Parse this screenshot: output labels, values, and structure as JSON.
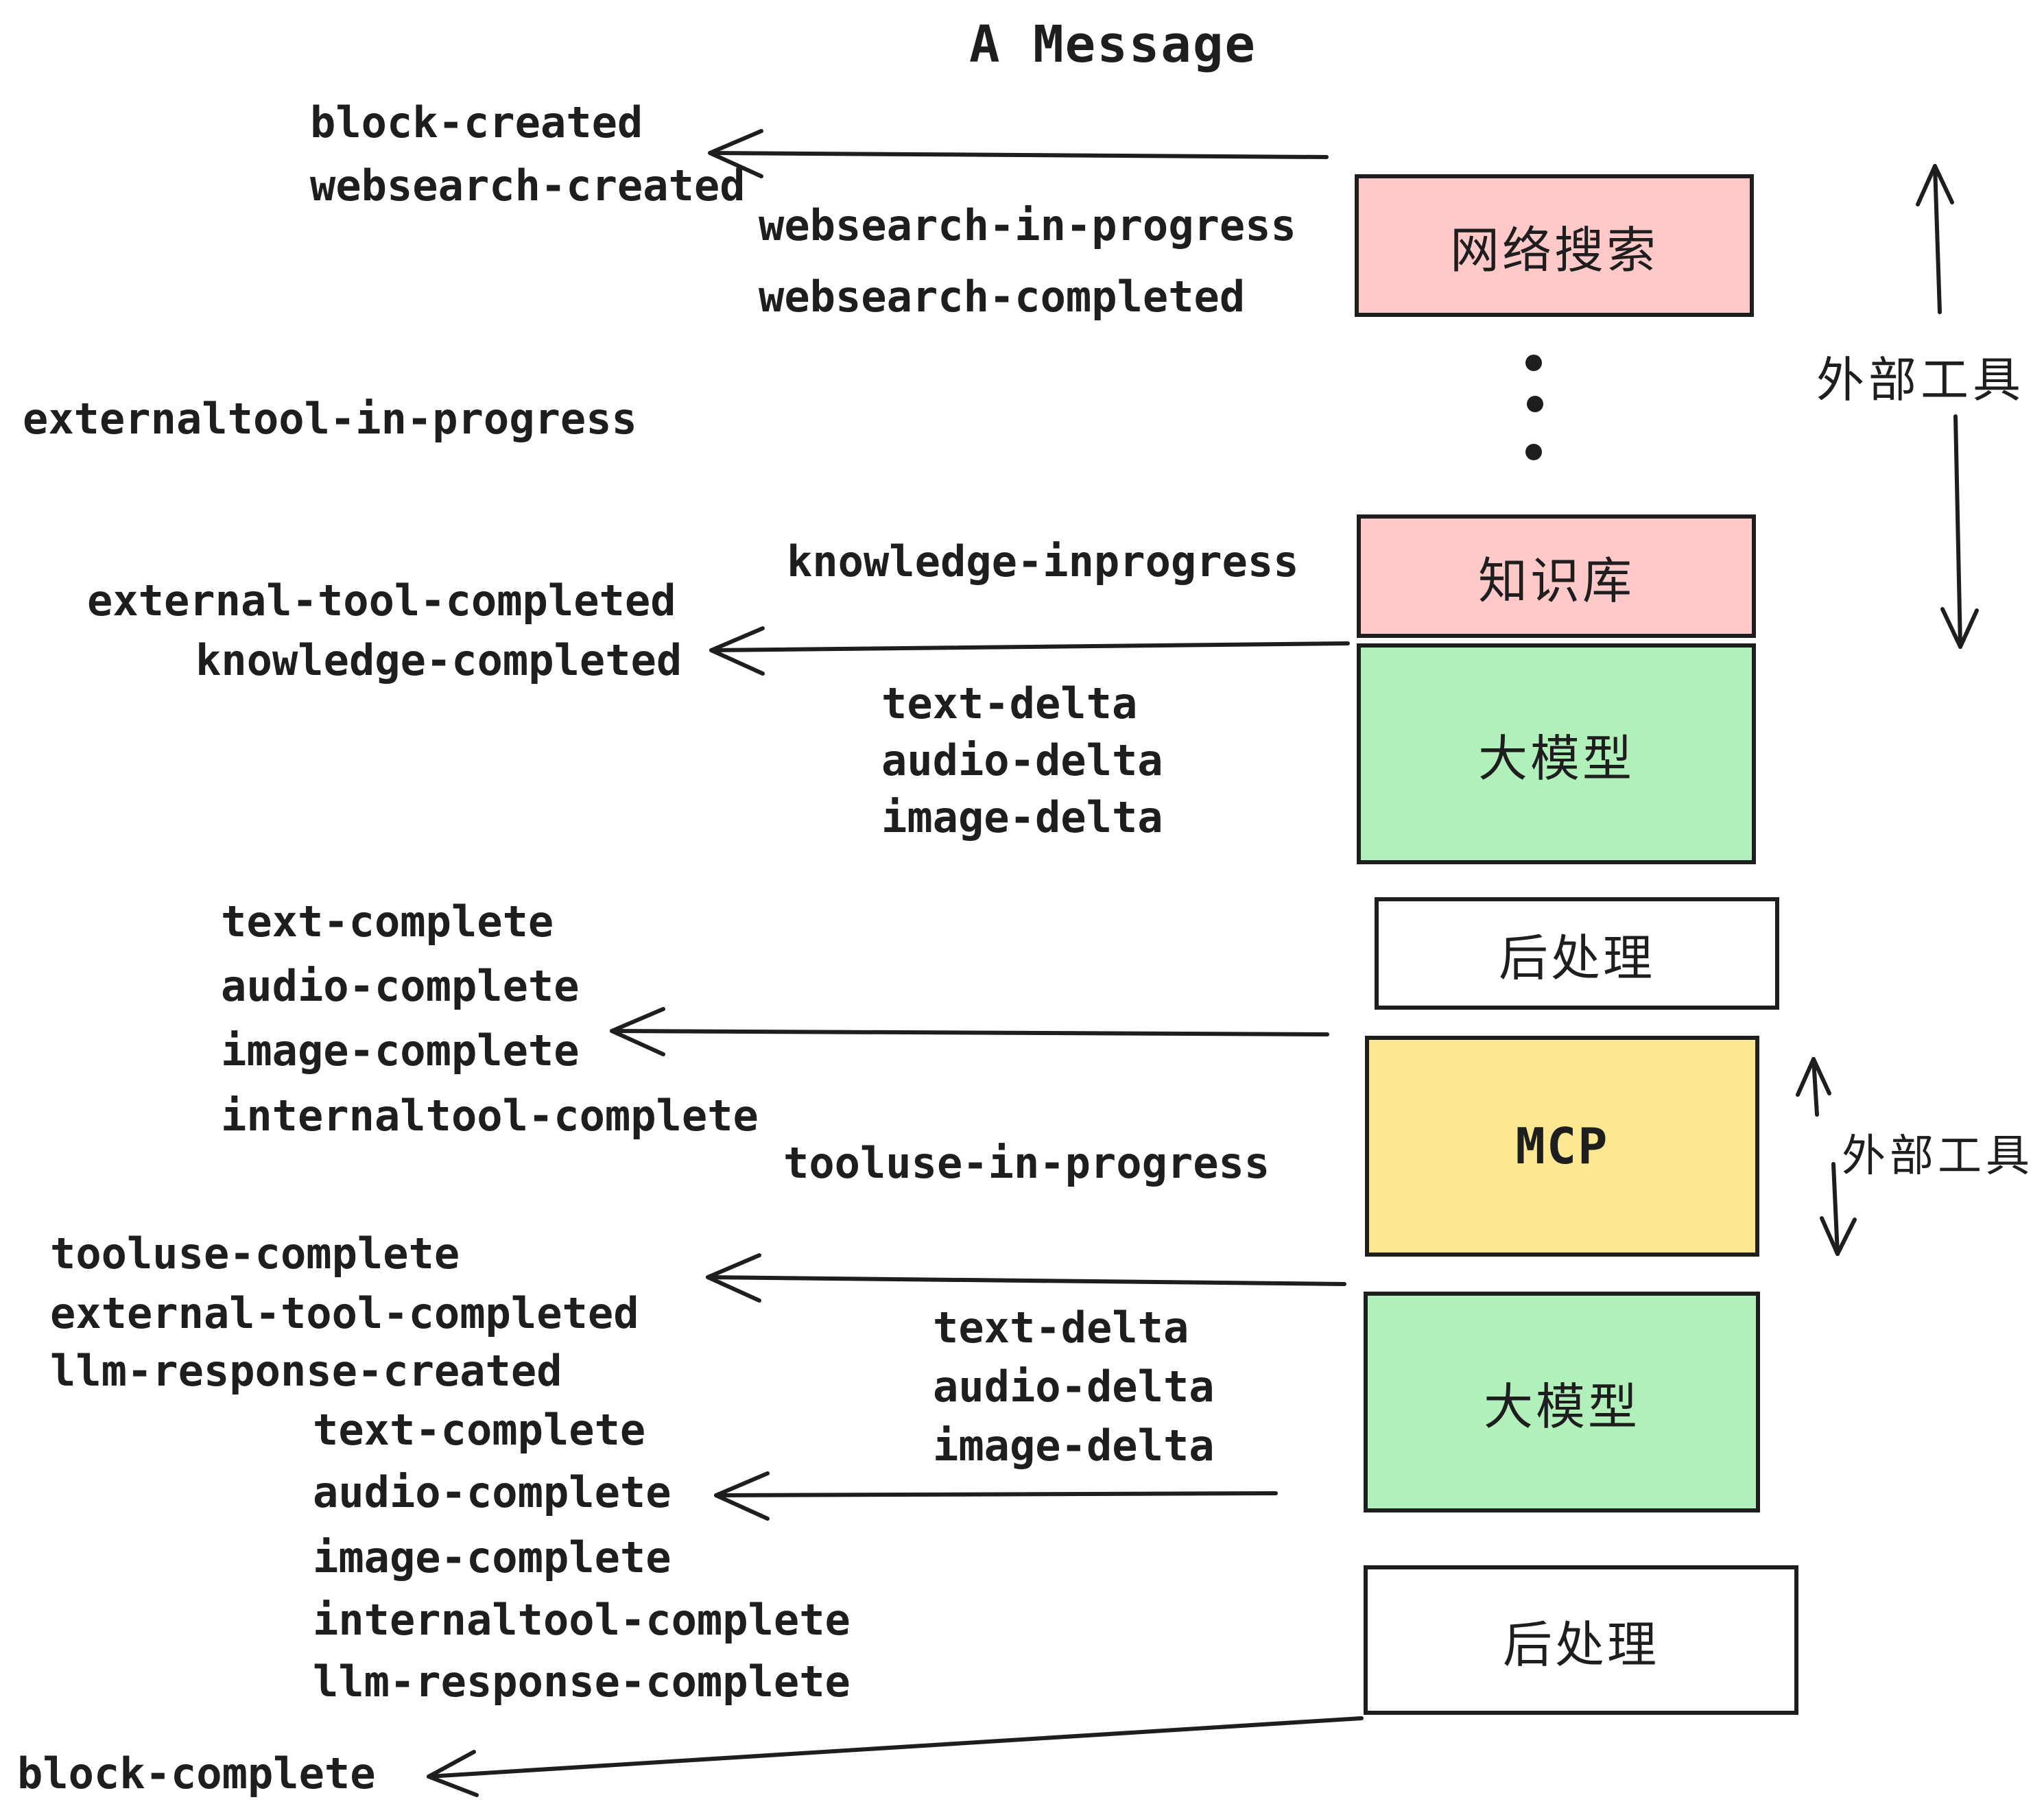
{
  "title": "A Message",
  "colors": {
    "ink": "#1e1e1e",
    "pink": "#ffc9c9",
    "green": "#b2f0bb",
    "yellow": "#fbe890",
    "white": "#ffffff"
  },
  "boxes": [
    {
      "id": "websearch",
      "label": "网络搜索",
      "fill": "pink"
    },
    {
      "id": "knowledge",
      "label": "知识库",
      "fill": "pink"
    },
    {
      "id": "llm-1",
      "label": "大模型",
      "fill": "green"
    },
    {
      "id": "postprocess-1",
      "label": "后处理",
      "fill": "white"
    },
    {
      "id": "mcp",
      "label": "MCP",
      "fill": "yellow"
    },
    {
      "id": "llm-2",
      "label": "大模型",
      "fill": "green"
    },
    {
      "id": "postprocess-2",
      "label": "后处理",
      "fill": "white"
    }
  ],
  "side_labels": [
    {
      "text": "外部工具"
    },
    {
      "text": "外部工具"
    }
  ],
  "events": [
    {
      "text": "block-created"
    },
    {
      "text": "websearch-created"
    },
    {
      "text": "websearch-in-progress"
    },
    {
      "text": "websearch-completed"
    },
    {
      "text": "externaltool-in-progress"
    },
    {
      "text": "knowledge-inprogress"
    },
    {
      "text": "external-tool-completed"
    },
    {
      "text": "knowledge-completed"
    },
    {
      "text": "text-delta"
    },
    {
      "text": "audio-delta"
    },
    {
      "text": "image-delta"
    },
    {
      "text": "text-complete"
    },
    {
      "text": "audio-complete"
    },
    {
      "text": "image-complete"
    },
    {
      "text": "internaltool-complete"
    },
    {
      "text": "tooluse-in-progress"
    },
    {
      "text": "tooluse-complete"
    },
    {
      "text": "external-tool-completed"
    },
    {
      "text": "llm-response-created"
    },
    {
      "text": "text-delta"
    },
    {
      "text": "audio-delta"
    },
    {
      "text": "image-delta"
    },
    {
      "text": "text-complete"
    },
    {
      "text": "audio-complete"
    },
    {
      "text": "image-complete"
    },
    {
      "text": "internaltool-complete"
    },
    {
      "text": "llm-response-complete"
    },
    {
      "text": "block-complete"
    }
  ]
}
